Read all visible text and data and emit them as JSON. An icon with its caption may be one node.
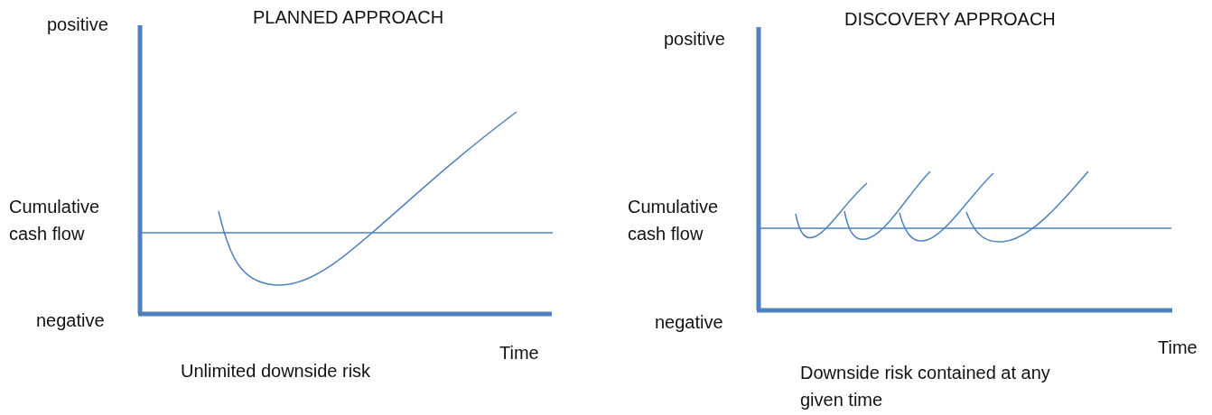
{
  "diagram": {
    "labels": [
      "positive",
      "PLANNED APPROACH",
      "Cumulative cash flow",
      "negative",
      "Time",
      "Unlimited downside risk",
      "DISCOVERY APPROACH",
      "positive",
      "Cumulative cash flow",
      "negative",
      "Time",
      "Downside risk contained at any given time"
    ]
  }
}
